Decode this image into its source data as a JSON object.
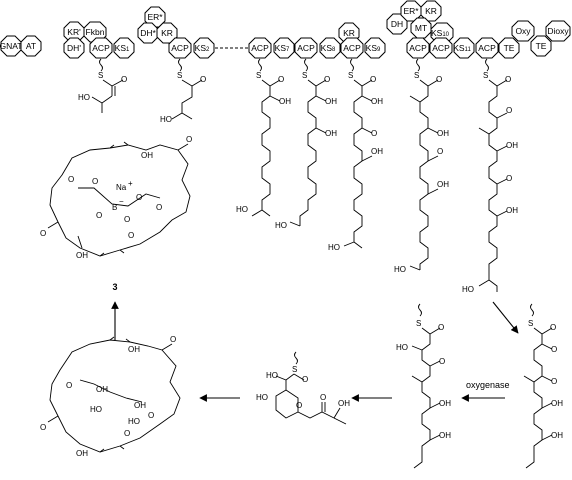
{
  "pks": {
    "domains": {
      "gnat": "GNAT",
      "at": "AT",
      "kr1": "KR'",
      "fkbn": "Fkbn",
      "dh1": "DH'",
      "er_star": "ER*",
      "dh_star": "DH*",
      "kr_a": "KR",
      "acp1": "ACP",
      "ks1": "KS",
      "ks1_sub": "1",
      "acp2": "ACP",
      "ks2": "KS",
      "ks2_sub": "2",
      "acp3": "ACP",
      "ks7": "KS",
      "ks7_sub": "7",
      "acp4": "ACP",
      "ks8": "KS",
      "ks8_sub": "8",
      "kr_b": "KR",
      "acp5": "ACP",
      "ks9": "KS",
      "ks9_sub": "9",
      "dh_b": "DH",
      "er_star2": "ER*",
      "kr_c": "KR",
      "mt": "MT",
      "ks10": "KS",
      "ks10_sub": "10",
      "acp6": "ACP",
      "acp7": "ACP",
      "ks11": "KS",
      "ks11_sub": "11",
      "acp8": "ACP",
      "te1": "TE",
      "oxy": "Oxy",
      "te2": "TE",
      "dioxy": "Dioxy"
    }
  },
  "atoms": {
    "S": "S",
    "O": "O",
    "HO": "HO",
    "OH": "OH",
    "B": "B",
    "na": "Na",
    "na_charge": "+",
    "b_charge": "−"
  },
  "labels": {
    "compound_3": "3",
    "oxygenase": "oxygenase"
  }
}
